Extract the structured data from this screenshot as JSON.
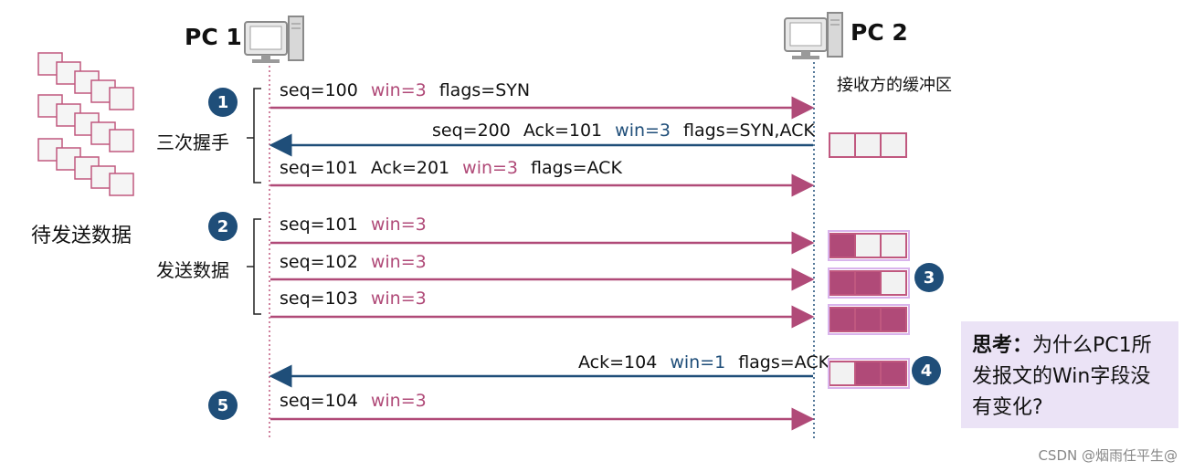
{
  "pc1_label": "PC 1",
  "pc2_label": "PC 2",
  "pending_data_label": "待发送数据",
  "receiver_buffer_label": "接收方的缓冲区",
  "phases": {
    "handshake_label": "三次握手",
    "send_label": "发送数据"
  },
  "badges": [
    "1",
    "2",
    "3",
    "4",
    "5"
  ],
  "messages": [
    {
      "parts": [
        {
          "text": "seq=100",
          "color": "black"
        },
        {
          "text": "win=3",
          "color": "pink"
        },
        {
          "text": "flags=SYN",
          "color": "black"
        }
      ],
      "direction": "right"
    },
    {
      "parts": [
        {
          "text": "seq=200",
          "color": "black"
        },
        {
          "text": "Ack=101",
          "color": "black"
        },
        {
          "text": "win=3",
          "color": "blue"
        },
        {
          "text": "flags=SYN,ACK",
          "color": "black"
        }
      ],
      "direction": "left"
    },
    {
      "parts": [
        {
          "text": "seq=101",
          "color": "black"
        },
        {
          "text": "Ack=201",
          "color": "black"
        },
        {
          "text": "win=3",
          "color": "pink"
        },
        {
          "text": "flags=ACK",
          "color": "black"
        }
      ],
      "direction": "right"
    },
    {
      "parts": [
        {
          "text": "seq=101",
          "color": "black"
        },
        {
          "text": "win=3",
          "color": "pink"
        }
      ],
      "direction": "right"
    },
    {
      "parts": [
        {
          "text": "seq=102",
          "color": "black"
        },
        {
          "text": "win=3",
          "color": "pink"
        }
      ],
      "direction": "right"
    },
    {
      "parts": [
        {
          "text": "seq=103",
          "color": "black"
        },
        {
          "text": "win=3",
          "color": "pink"
        }
      ],
      "direction": "right"
    },
    {
      "parts": [
        {
          "text": "Ack=104",
          "color": "black"
        },
        {
          "text": "win=1",
          "color": "blue"
        },
        {
          "text": "flags=ACK",
          "color": "black"
        }
      ],
      "direction": "left"
    },
    {
      "parts": [
        {
          "text": "seq=104",
          "color": "black"
        },
        {
          "text": "win=3",
          "color": "pink"
        }
      ],
      "direction": "right"
    }
  ],
  "buffers": [
    {
      "cells": [
        "empty",
        "empty",
        "empty"
      ],
      "highlight": false
    },
    {
      "cells": [
        "filled",
        "empty",
        "empty"
      ],
      "highlight": true
    },
    {
      "cells": [
        "filled",
        "filled",
        "empty"
      ],
      "highlight": true
    },
    {
      "cells": [
        "filled",
        "filled",
        "filled"
      ],
      "highlight": true
    },
    {
      "cells": [
        "empty",
        "filled",
        "filled"
      ],
      "highlight": true
    }
  ],
  "think": {
    "label": "思考：",
    "text": "为什么PC1所发报文的Win字段没有变化?"
  },
  "watermark": "CSDN @烟雨任平生@",
  "colors": {
    "pink": "#b04a78",
    "blue": "#1f4e79",
    "think_bg": "#ebe3f6"
  }
}
